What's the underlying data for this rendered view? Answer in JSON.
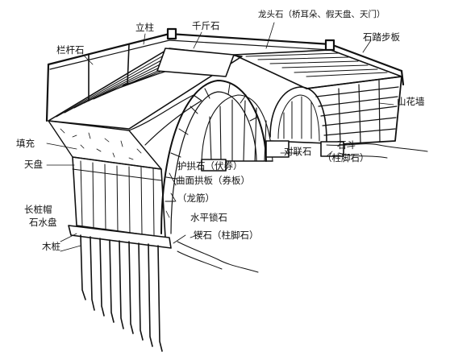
{
  "labels": {
    "li_zhu": "立柱",
    "qian_jin_shi": "千斤石",
    "long_tou_shi": "龙头石（桥耳朵、假天盘、天门）",
    "lan_gan_shi": "栏杆石",
    "shi_ta_bu_ban": "石踏步板",
    "shan_hua_qiang": "山花墙",
    "tian_chong": "填充",
    "tian_pan": "天盘",
    "dui_lian_shi": "对联石",
    "shi_dou": "石斗",
    "zhu_jiao_shi": "（柱脚石）",
    "hu_gong_shi": "护拱石（伏券）",
    "qu_mian_gong_ban": "曲面拱板（券板）",
    "long_jin": "（龙筋）",
    "shui_ping_suo_shi": "水平锁石",
    "xie_shi": "锲石（柱脚石）",
    "chang_zhuang_mao": "长桩帽",
    "shi_shui_pan": "石水盘",
    "mu_zhuang": "木桩"
  }
}
